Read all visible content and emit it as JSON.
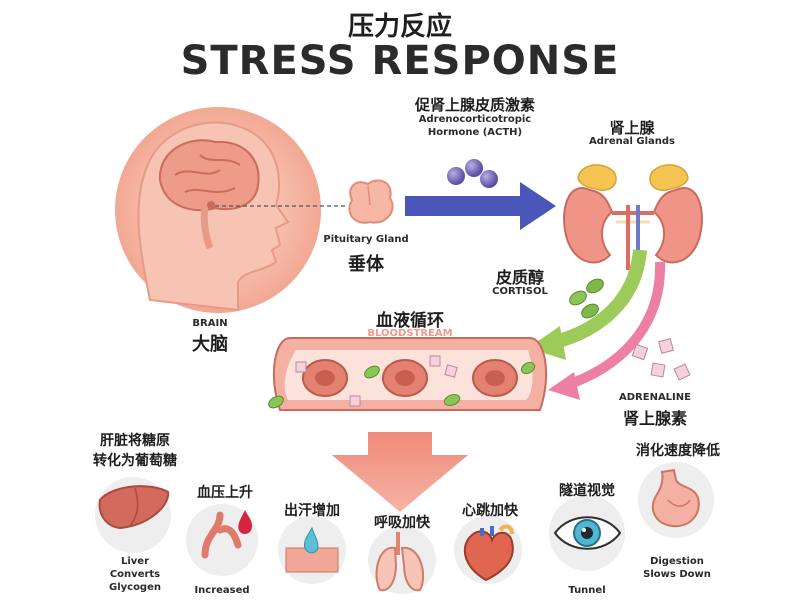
{
  "title": {
    "chinese": "压力反应",
    "english": "STRESS RESPONSE"
  },
  "acth": {
    "chinese": "促肾上腺皮质激素",
    "english_line1": "Adrenocorticotropic",
    "english_line2": "Hormone (ACTH)"
  },
  "adrenal": {
    "chinese": "肾上腺",
    "english": "Adrenal Glands"
  },
  "pituitary": {
    "english": "Pituitary Gland",
    "chinese": "垂体"
  },
  "brain": {
    "english": "BRAIN",
    "chinese": "大脑"
  },
  "cortisol": {
    "chinese": "皮质醇",
    "english": "CORTISOL"
  },
  "bloodstream": {
    "chinese": "血液循环",
    "english": "BLOODSTREAM"
  },
  "adrenaline": {
    "english": "ADRENALINE",
    "chinese": "肾上腺素"
  },
  "effects": {
    "liver": {
      "chinese_line1": "肝脏将糖原",
      "chinese_line2": "转化为葡萄糖",
      "english_line1": "Liver",
      "english_line2": "Converts",
      "english_line3": "Glycogen"
    },
    "blood_pressure": {
      "chinese": "血压上升",
      "english": "Increased"
    },
    "sweating": {
      "chinese": "出汗增加"
    },
    "breathing": {
      "chinese": "呼吸加快"
    },
    "heart_rate": {
      "chinese": "心跳加快"
    },
    "tunnel_vision": {
      "chinese": "隧道视觉",
      "english": "Tunnel"
    },
    "digestion": {
      "chinese": "消化速度降低",
      "english_line1": "Digestion",
      "english_line2": "Slows Down"
    }
  },
  "colors": {
    "pink": "#f3b7a6",
    "vessel": "#e88e7e",
    "arrow_blue": "#4a56b8",
    "arrow_green": "#9ccb5a",
    "arrow_pink": "#ee7fa4",
    "acth_purple": "#6e63b4",
    "adrenal_yellow": "#f6c452"
  }
}
